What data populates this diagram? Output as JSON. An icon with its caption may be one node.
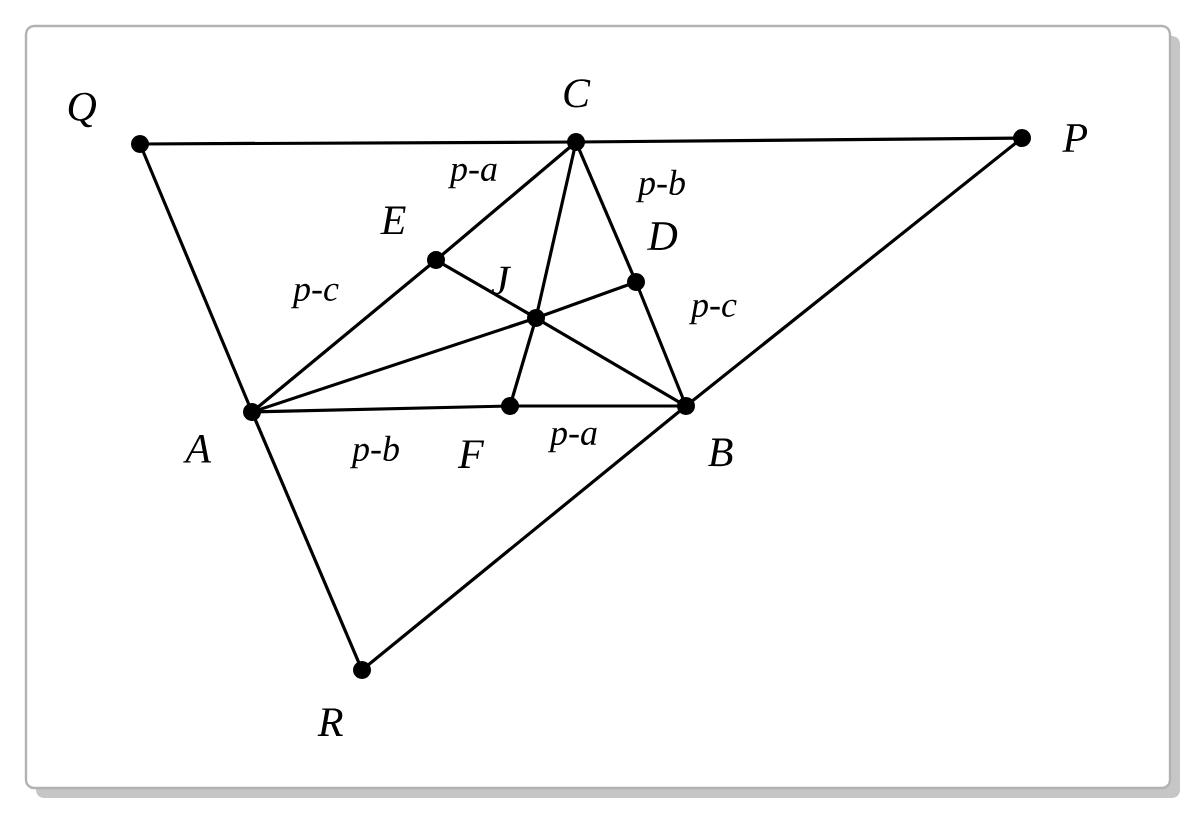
{
  "diagram": {
    "nodes": [
      {
        "text": [
          "Q"
        ]
      },
      {
        "text": [
          "C"
        ]
      },
      {
        "text": [
          "P"
        ]
      },
      {
        "text": [
          "E"
        ]
      },
      {
        "text": [
          "J"
        ]
      },
      {
        "text": [
          "D"
        ]
      },
      {
        "text": [
          "A"
        ]
      },
      {
        "text": [
          "F"
        ]
      },
      {
        "text": [
          "B"
        ]
      },
      {
        "text": [
          "R"
        ]
      }
    ],
    "edges": [
      {
        "from": 0,
        "to": 1,
        "arrow": "none"
      },
      {
        "from": 1,
        "to": 2,
        "arrow": "none"
      },
      {
        "from": 0,
        "to": 6,
        "arrow": "none"
      },
      {
        "from": 6,
        "to": 9,
        "arrow": "none"
      },
      {
        "from": 9,
        "to": 8,
        "arrow": "none"
      },
      {
        "from": 8,
        "to": 2,
        "arrow": "none"
      },
      {
        "from": 1,
        "to": 3,
        "arrow": "none",
        "label": "p-a"
      },
      {
        "from": 3,
        "to": 6,
        "arrow": "none",
        "label": "p-c"
      },
      {
        "from": 1,
        "to": 5,
        "arrow": "none",
        "label": "p-b"
      },
      {
        "from": 5,
        "to": 8,
        "arrow": "none",
        "label": "p-c"
      },
      {
        "from": 6,
        "to": 7,
        "arrow": "none",
        "label": "p-b"
      },
      {
        "from": 7,
        "to": 8,
        "arrow": "none",
        "label": "p-a"
      },
      {
        "from": 1,
        "to": 4,
        "arrow": "none"
      },
      {
        "from": 4,
        "to": 7,
        "arrow": "none"
      },
      {
        "from": 6,
        "to": 4,
        "arrow": "none"
      },
      {
        "from": 4,
        "to": 5,
        "arrow": "none"
      },
      {
        "from": 3,
        "to": 4,
        "arrow": "none"
      },
      {
        "from": 4,
        "to": 8,
        "arrow": "none"
      }
    ]
  }
}
